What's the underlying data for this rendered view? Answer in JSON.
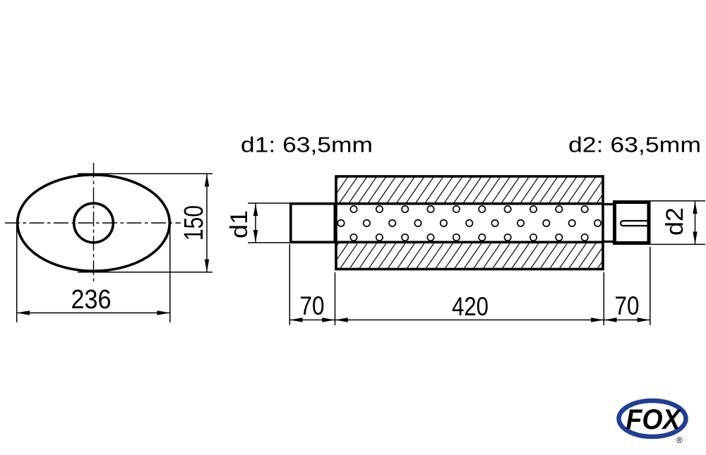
{
  "headers": {
    "d1_header": "d1: 63,5mm",
    "d2_header": "d2: 63,5mm"
  },
  "end_view": {
    "width_dim": "236",
    "height_dim": "150"
  },
  "side_view": {
    "inlet_diameter_label": "d1",
    "outlet_diameter_label": "d2",
    "inlet_length_dim": "70",
    "body_length_dim": "420",
    "outlet_length_dim": "70"
  },
  "logo": {
    "text": "FOX",
    "registered": "®",
    "color": "#1e3f96"
  },
  "colors": {
    "line": "#000000",
    "background": "#ffffff"
  }
}
